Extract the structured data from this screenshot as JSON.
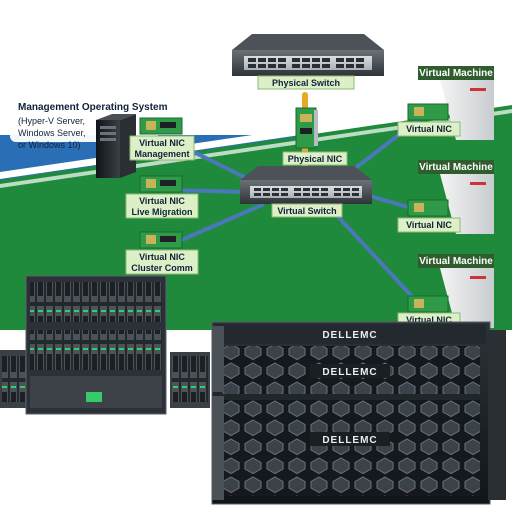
{
  "management_os": {
    "title": "Management Operating System",
    "subtitle_lines": [
      "(Hyper-V Server,",
      "Windows Server,",
      "or Windows 10)"
    ]
  },
  "switches": {
    "physical": "Physical Switch",
    "virtual": "Virtual Switch"
  },
  "nics": {
    "physical": "Physical NIC",
    "management": [
      "Virtual NIC",
      "Management"
    ],
    "live_migration": [
      "Virtual NIC",
      "Live Migration"
    ],
    "cluster_comm": [
      "Virtual NIC",
      "Cluster Comm"
    ],
    "vm": "Virtual NIC"
  },
  "virtual_machines": [
    {
      "title": "Virtual Machine",
      "nic": "Virtual NIC"
    },
    {
      "title": "Virtual Machine",
      "nic": "Virtual NIC"
    },
    {
      "title": "Virtual Machine",
      "nic": "Virtual NIC"
    }
  ],
  "servers": {
    "brand": "DELLEMC"
  },
  "colors": {
    "band_blue": "#2a6fb6",
    "band_green": "#1f8a3c",
    "stripe_white": "#ffffff",
    "link_blue": "#4a78b8",
    "label_bg": "#dcefc6",
    "label_border": "#8fb875",
    "vm_header": "#2f5d2e",
    "nic_green": "#2f9a48",
    "switch_dark": "#3c4246",
    "server_dark": "#1b1f24"
  }
}
